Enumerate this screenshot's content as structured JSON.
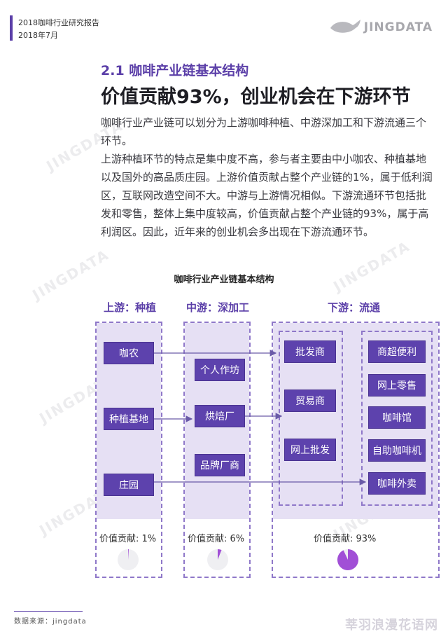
{
  "header": {
    "report_title": "2018咖啡行业研究报告",
    "report_date": "2018年7月",
    "logo_text": "JINGDATA"
  },
  "section": {
    "number_title": "2.1 咖啡产业链基本结构",
    "headline": "价值贡献93%，创业机会在下游环节"
  },
  "body_paragraphs": [
    "咖啡行业产业链可以划分为上游咖啡种植、中游深加工和下游流通三个环节。",
    "上游种植环节的特点是集中度不高，参与者主要由中小咖农、种植基地以及国外的高品质庄园。上游价值贡献占整个产业链的1%，属于低利润区，互联网改造空间不大。中游与上游情况相似。下游流通环节包括批发和零售，整体上集中度较高，价值贡献占整个产业链的93%，属于高利润区。因此，近年来的创业机会多出现在下游流通环节。"
  ],
  "diagram": {
    "title": "咖啡行业产业链基本结构",
    "upstream": {
      "label": "上游：种植",
      "nodes": [
        "咖农",
        "种植基地",
        "庄园"
      ],
      "value_label": "价值贡献: 1%",
      "share": 0.01
    },
    "midstream": {
      "label": "中游：深加工",
      "nodes": [
        "个人作坊",
        "烘焙厂",
        "品牌厂商"
      ],
      "value_label": "价值贡献: 6%",
      "share": 0.06
    },
    "downstream": {
      "label": "下游：流通",
      "wholesale_nodes": [
        "批发商",
        "贸易商",
        "网上批发"
      ],
      "retail_nodes": [
        "商超便利",
        "网上零售",
        "咖啡馆",
        "自助咖啡机",
        "咖啡外卖"
      ],
      "value_label": "价值贡献: 93%",
      "share": 0.93
    },
    "colors": {
      "accent": "#5b3fa8",
      "node_fill": "#5d42ad",
      "panel_fill": "#e6e0f4",
      "dashed_border": "#8f78c9",
      "pie_fill": "#a14fd6",
      "pie_bg": "#efeff2"
    }
  },
  "watermarks": [
    "JINGDATA",
    "JINGDATA",
    "JINGDATA",
    "JINGDATA",
    "JINGDATA",
    "JINGDATA"
  ],
  "footer": {
    "source": "数据来源：jingdata",
    "corner_watermark": "莘羽浪漫花语网"
  }
}
